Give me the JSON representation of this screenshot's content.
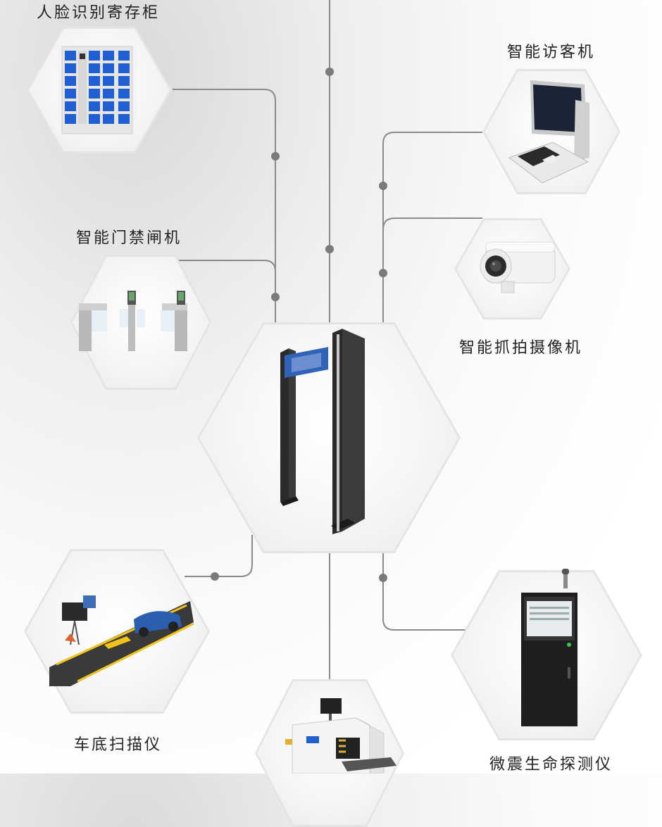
{
  "products": {
    "locker": "人脸识别寄存柜",
    "visitor": "智能访客机",
    "gate": "智能门禁闸机",
    "camera": "智能抓拍摄像机",
    "vehicle_scanner": "车底扫描仪",
    "life_detector": "微震生命探测仪"
  },
  "colors": {
    "line": "#8a8a8a",
    "dot": "#7a7a7a",
    "label": "#222222",
    "locker_blue": "#1f5fd1"
  }
}
